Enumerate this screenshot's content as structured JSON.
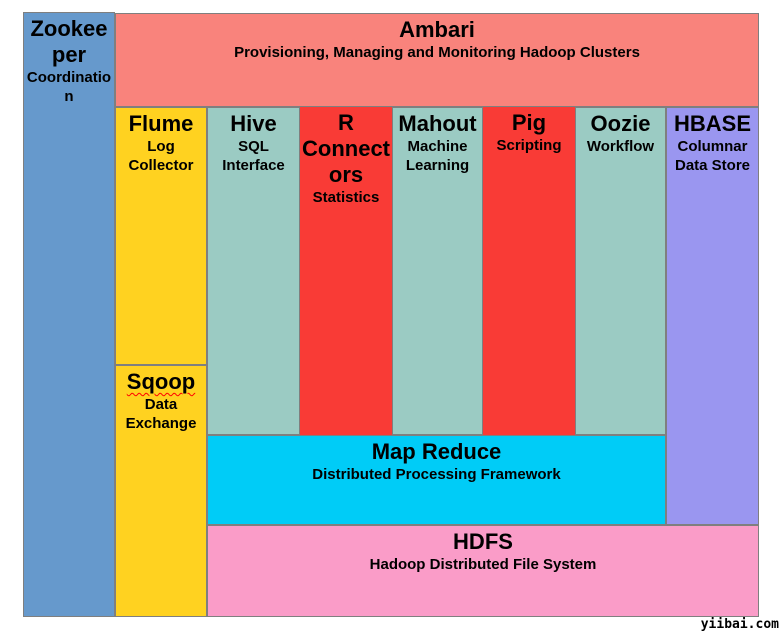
{
  "diagram": {
    "blocks": {
      "zookeeper": {
        "title": "Zookeeper",
        "subtitle": "Coordination",
        "color": "#6699CC"
      },
      "ambari": {
        "title": "Ambari",
        "subtitle": "Provisioning, Managing and Monitoring Hadoop Clusters",
        "color": "#F9837C"
      },
      "flume": {
        "title": "Flume",
        "subtitle": "Log Collector",
        "color": "#FFD220"
      },
      "sqoop": {
        "title": "Sqoop",
        "subtitle": "Data Exchange",
        "color": "#FFD220"
      },
      "hive": {
        "title": "Hive",
        "subtitle": "SQL Interface",
        "color": "#9BCBC3"
      },
      "r_connectors": {
        "title": "R Connectors",
        "subtitle": "Statistics",
        "color": "#F93B36"
      },
      "mahout": {
        "title": "Mahout",
        "subtitle": "Machine Learning",
        "color": "#9BCBC3"
      },
      "pig": {
        "title": "Pig",
        "subtitle": "Scripting",
        "color": "#F93B36"
      },
      "oozie": {
        "title": "Oozie",
        "subtitle": "Workflow",
        "color": "#9BCBC3"
      },
      "hbase": {
        "title": "HBASE",
        "subtitle": "Columnar Data Store",
        "color": "#9A96F0"
      },
      "map_reduce": {
        "title": "Map Reduce",
        "subtitle": "Distributed Processing Framework",
        "color": "#00CCF7"
      },
      "hdfs": {
        "title": "HDFS",
        "subtitle": "Hadoop Distributed File System",
        "color": "#FA9CC8"
      }
    },
    "border_color": "#7F7F7F",
    "watermark": "yiibai.com"
  }
}
